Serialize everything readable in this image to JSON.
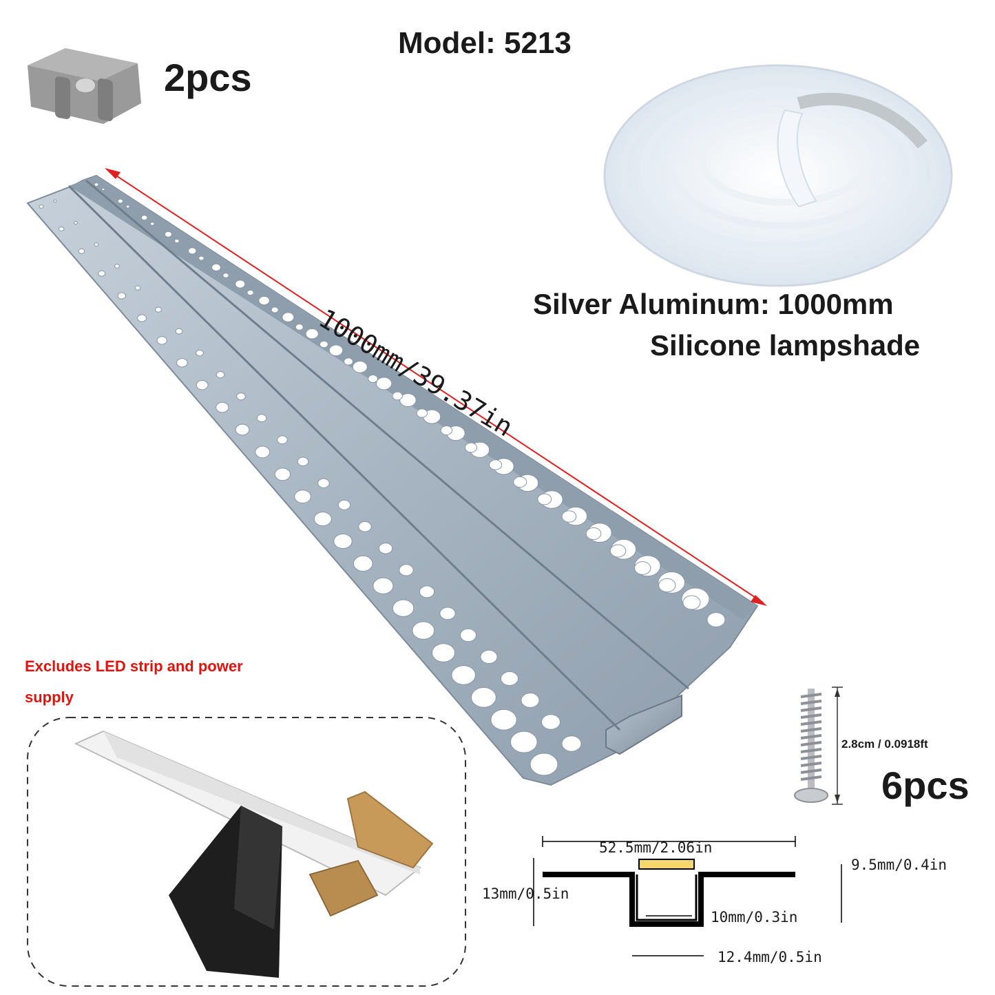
{
  "title": "Model: 5213",
  "end_cap": {
    "quantity": "2pcs",
    "icon": "end-cap-icon"
  },
  "specs": {
    "line1": "Silver Aluminum: 1000mm",
    "line2": "Silicone lampshade"
  },
  "length_label": "1000mm/39.37in",
  "exclusion_note": {
    "line1": "Excludes LED strip and power",
    "line2": "supply"
  },
  "screw": {
    "dimension": "2.8cm / 0.0918ft",
    "quantity": "6pcs",
    "icon": "screw-icon"
  },
  "profile_dimensions": {
    "width": "52.5mm/2.06in",
    "height": "13mm/0.5in",
    "depth": "9.5mm/0.4in",
    "inner_width": "10mm/0.3in",
    "outer_width": "12.4mm/0.5in"
  },
  "colors": {
    "text": "#1a1a1a",
    "note": "#e0140f",
    "aluminum": "#a9b6c3",
    "dimension_arrow": "#e02020",
    "led_strip": "#f5d76e"
  }
}
